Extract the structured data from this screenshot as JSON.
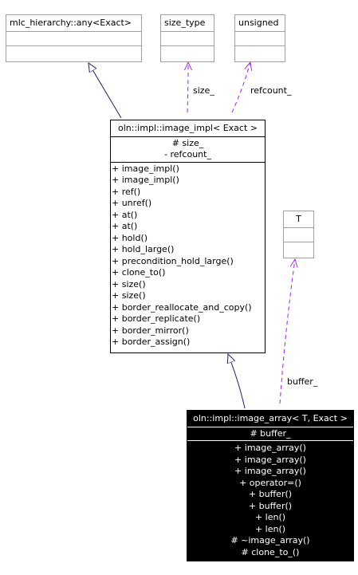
{
  "classes": {
    "any": {
      "name": "mlc_hierarchy::any<Exact>"
    },
    "size_type": {
      "name": "size_type"
    },
    "unsigned_t": {
      "name": "unsigned"
    },
    "t_param": {
      "name": "T"
    },
    "image_impl": {
      "name": "oln::impl::image_impl< Exact >",
      "attributes": [
        "# size_",
        "- refcount_"
      ],
      "methods": [
        "+ image_impl()",
        "+ image_impl()",
        "+ ref()",
        "+ unref()",
        "+ at()",
        "+ at()",
        "+ hold()",
        "+ hold_large()",
        "+ precondition_hold_large()",
        "+ clone_to()",
        "+ size()",
        "+ size()",
        "+ border_reallocate_and_copy()",
        "+ border_replicate()",
        "+ border_mirror()",
        "+ border_assign()"
      ]
    },
    "image_array": {
      "name": "oln::impl::image_array< T, Exact >",
      "attributes": [
        "# buffer_"
      ],
      "methods": [
        "+ image_array()",
        "+ image_array()",
        "+ image_array()",
        "+ operator=()",
        "+ buffer()",
        "+ buffer()",
        "+ len()",
        "+ len()",
        "# ~image_array()",
        "# clone_to_()"
      ]
    }
  },
  "edge_labels": {
    "size": "size_",
    "refcount": "refcount_",
    "buffer": "buffer_"
  },
  "colors": {
    "inherit": "#1a1a6e",
    "member": "#a020f0"
  }
}
